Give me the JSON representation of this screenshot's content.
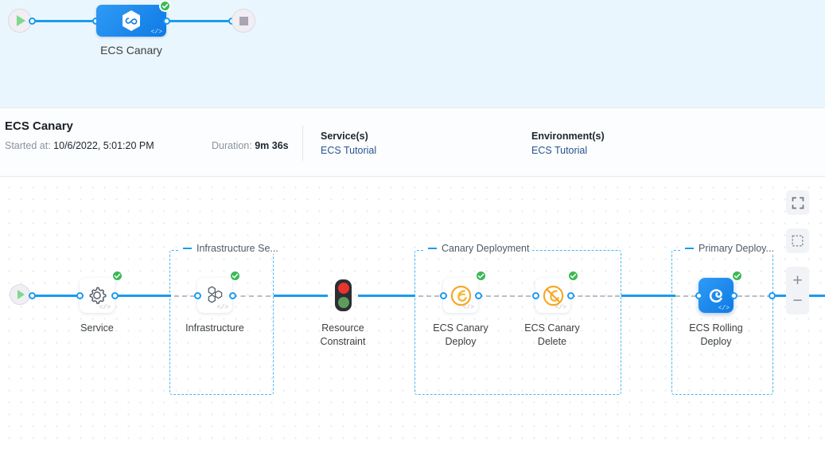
{
  "pipeline_header": {
    "start_node": {
      "icon": "play-icon",
      "name": "start"
    },
    "node": {
      "label": "ECS Canary",
      "icon": "harness-hex-icon",
      "code_mark": "</>",
      "status": "success"
    },
    "end_node": {
      "icon": "stop-square-icon",
      "name": "end"
    }
  },
  "info_bar": {
    "title": "ECS Canary",
    "started_label": "Started at:",
    "started_value": "10/6/2022, 5:01:20 PM",
    "duration_label": "Duration:",
    "duration_value": "9m 36s",
    "services": {
      "key": "Service(s)",
      "value": "ECS Tutorial"
    },
    "environments": {
      "key": "Environment(s)",
      "value": "ECS Tutorial"
    }
  },
  "canvas": {
    "start_node": {
      "icon": "play-icon"
    },
    "steps": [
      {
        "id": "service",
        "label": "Service",
        "icon": "gear-icon",
        "status": "success",
        "code_mark": "</>"
      },
      {
        "id": "infrastructure",
        "label": "Infrastructure",
        "icon": "hex-cluster-icon",
        "status": "success",
        "code_mark": "</>"
      },
      {
        "id": "resource-constraint",
        "label": "Resource\nConstraint",
        "icon": "traffic-light-icon",
        "status": "none"
      },
      {
        "id": "ecs-canary-deploy",
        "label": "ECS Canary\nDeploy",
        "icon": "canary-bird-icon",
        "status": "success",
        "code_mark": "</>"
      },
      {
        "id": "ecs-canary-delete",
        "label": "ECS Canary\nDelete",
        "icon": "canary-bird-delete-icon",
        "status": "success",
        "code_mark": "</>"
      },
      {
        "id": "ecs-rolling-deploy",
        "label": "ECS Rolling\nDeploy",
        "icon": "ecs-swirl-icon",
        "status": "success",
        "code_mark": "</>",
        "selected": true
      }
    ],
    "groups": [
      {
        "id": "infrastructure-section",
        "label": "Infrastructure Se..."
      },
      {
        "id": "canary-deployment",
        "label": "Canary Deployment"
      },
      {
        "id": "primary-deployment",
        "label": "Primary Deploy..."
      }
    ],
    "controls": [
      {
        "id": "fit-screen",
        "icon": "expand-icon"
      },
      {
        "id": "select-area",
        "icon": "dashed-square-icon"
      },
      {
        "id": "zoom-in",
        "icon": "plus-icon",
        "label": "+"
      },
      {
        "id": "zoom-out",
        "icon": "minus-icon",
        "label": "−"
      }
    ]
  },
  "colors": {
    "accent_blue": "#1a9bf0",
    "node_blue": "#0f7ae5",
    "success_green": "#3cba54",
    "group_border": "#49b8f0",
    "top_bg": "#eaf6fd",
    "canary_orange": "#f5a623",
    "traffic_red": "#e8342a",
    "traffic_green": "#5d9c5d"
  }
}
